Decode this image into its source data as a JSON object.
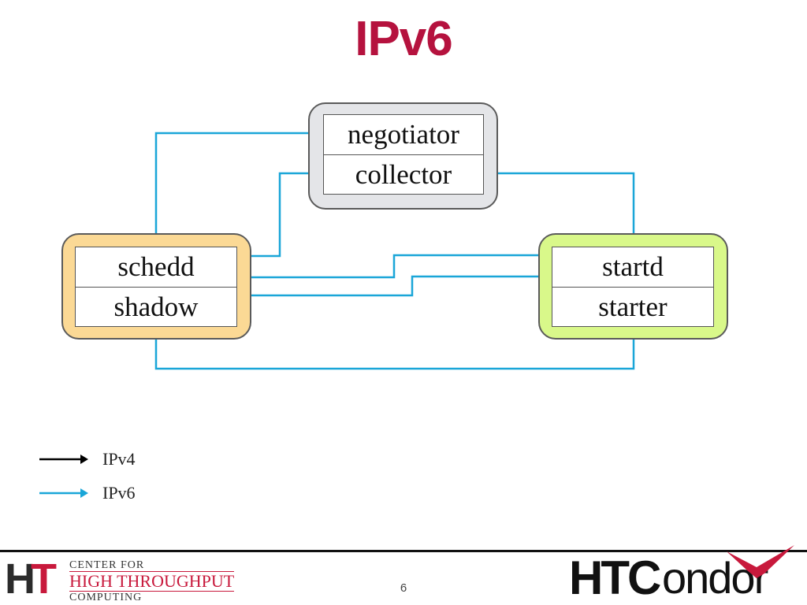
{
  "slide": {
    "title": "IPv6",
    "page_number": "6"
  },
  "diagram": {
    "colors": {
      "ipv6_arrow": "#1aa6d8",
      "ipv4_arrow": "#000000",
      "central_manager_fill": "#e4e5e8",
      "submit_fill": "#fbd995",
      "execute_fill": "#d9f88a"
    },
    "central_manager": {
      "top": "negotiator",
      "bottom": "collector"
    },
    "submit": {
      "top": "schedd",
      "bottom": "shadow"
    },
    "execute": {
      "top": "startd",
      "bottom": "starter"
    }
  },
  "legend": {
    "ipv4_label": "IPv4",
    "ipv6_label": "IPv6"
  },
  "footer": {
    "left_logo": {
      "mark": "HT",
      "line1": "CENTER FOR",
      "line2": "HIGH THROUGHPUT",
      "line3": "COMPUTING"
    },
    "right_logo": {
      "text_bold": "HTC",
      "text_regular": "ondor"
    }
  }
}
